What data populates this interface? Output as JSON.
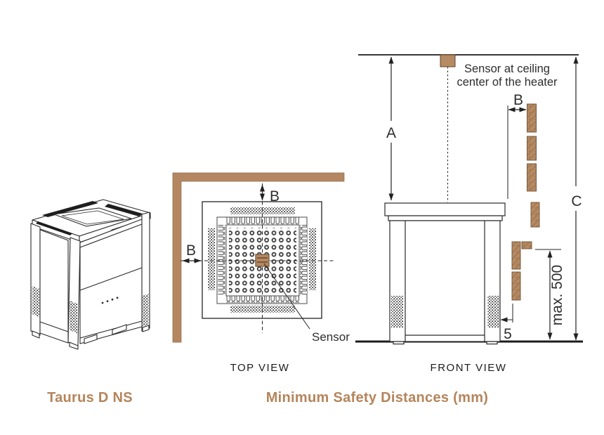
{
  "captions": {
    "product": "Taurus D NS",
    "title": "Minimum Safety Distances (mm)",
    "top_view": "TOP VIEW",
    "front_view": "FRONT VIEW"
  },
  "top_view": {
    "dim_wall_top": "B",
    "dim_wall_left": "B",
    "sensor_label": "Sensor"
  },
  "front_view": {
    "note_line1": "Sensor at ceiling",
    "note_line2": "center of the heater",
    "dim_ceiling_to_heater": "A",
    "dim_wall_gap": "B",
    "dim_floor_to_ceiling": "C",
    "dim_max_height": "max. 500",
    "dim_bottom_gap": "5"
  },
  "colors": {
    "wood": "#b68a62",
    "wood_grain": "#97704c",
    "wood_border": "#6e4f35",
    "accent_text": "#b5845a",
    "line": "#222222"
  }
}
